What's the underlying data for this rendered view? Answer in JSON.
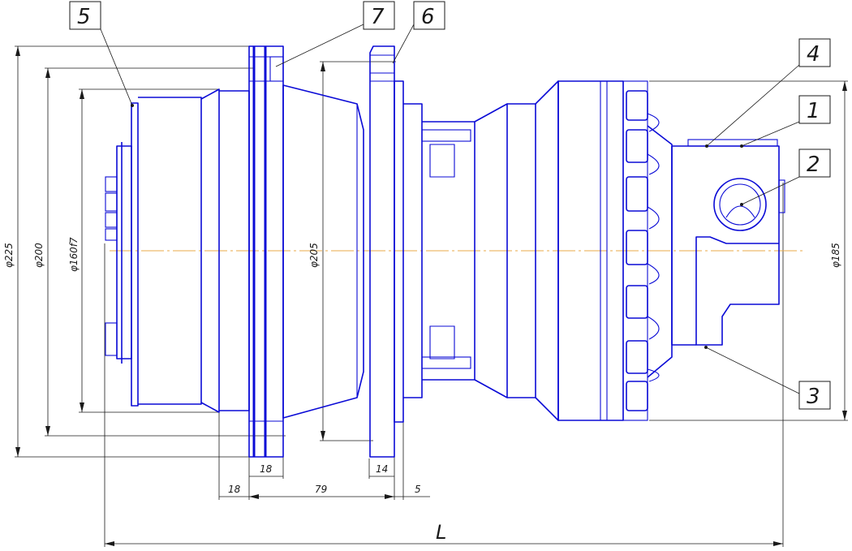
{
  "balloons": {
    "b5": "5",
    "b7": "7",
    "b6": "6",
    "b4": "4",
    "b1": "1",
    "b2": "2",
    "b3": "3"
  },
  "dimensions": {
    "d225": "φ225",
    "d200": "φ200",
    "d160": "φ160f7",
    "d205": "φ205",
    "d185": "φ185",
    "len18a": "18",
    "len18b": "18",
    "len79": "79",
    "len14": "14",
    "len5": "5",
    "lenL": "L"
  },
  "colors": {
    "outline": "#0b0bd6",
    "dimension": "#1a1a1a",
    "centerline": "#e8a84a"
  }
}
